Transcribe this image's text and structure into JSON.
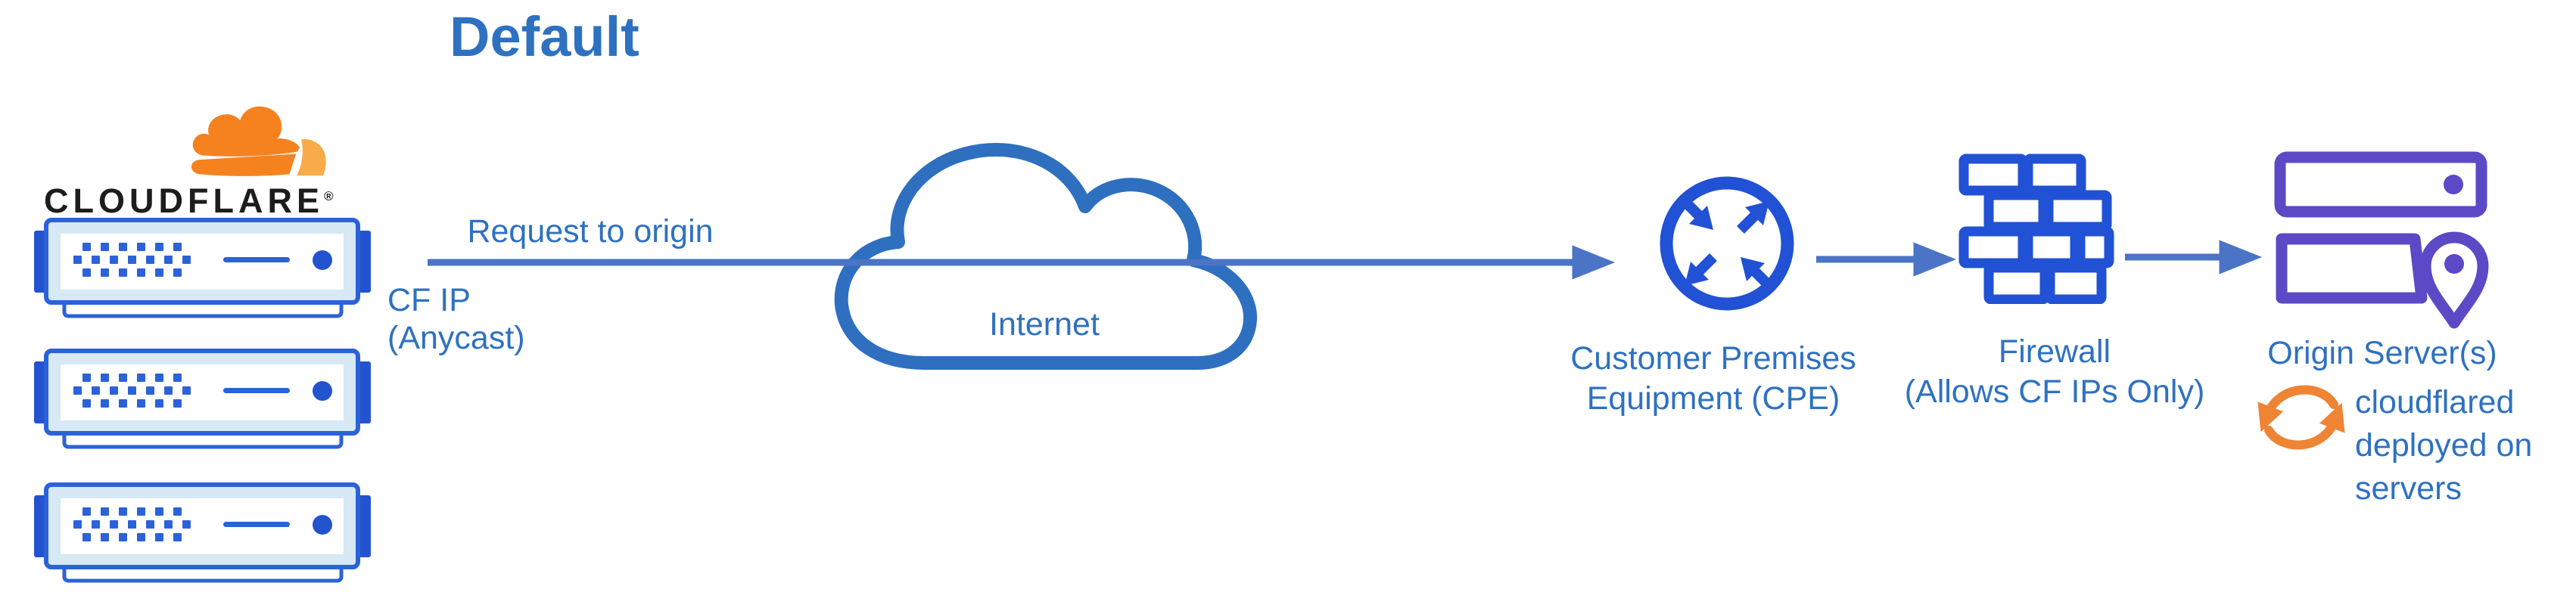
{
  "title": "Default",
  "brand": {
    "wordmark": "CLOUDFLARE",
    "registered_mark": "®"
  },
  "edge": {
    "arrow_label": "Request to origin",
    "ip_label_lines": [
      "CF IP",
      "(Anycast)"
    ]
  },
  "internet": {
    "label": "Internet"
  },
  "cpe": {
    "label_lines": [
      "Customer Premises",
      "Equipment (CPE)"
    ]
  },
  "firewall": {
    "label_lines": [
      "Firewall",
      "(Allows CF IPs Only)"
    ]
  },
  "origin": {
    "label": "Origin Server(s)",
    "note_lines": [
      "cloudflared",
      "deployed on",
      "servers"
    ]
  },
  "colors": {
    "label_blue": "#2e71c1",
    "arrow_blue": "#4b74c6",
    "icon_blue": "#2151d4",
    "cloud_blue": "#2e6fc0",
    "server_blue": "#2b62d9",
    "server_dark_blue": "#2453cf",
    "server_pale": "#d6e9f4",
    "purple": "#5b49c6",
    "brand_orange": "#f6821f",
    "brand_orange_light": "#f9ab49",
    "sync_orange": "#ee8434",
    "wordmark_black": "#1d1d1d"
  }
}
